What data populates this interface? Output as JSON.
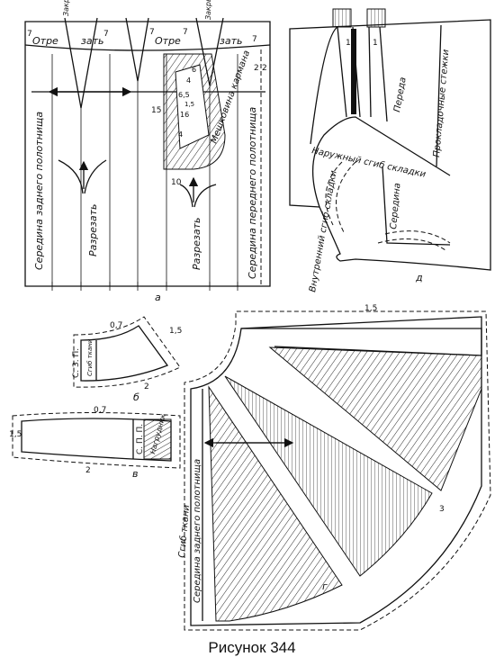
{
  "caption": "Рисунок 344",
  "panels": {
    "a": {
      "letter": "а",
      "top_labels": [
        "Отре",
        "зать",
        "Отре",
        "зать"
      ],
      "zakryt": [
        "Закрыть",
        "Закрыть"
      ],
      "nums7": [
        "7",
        "7",
        "7",
        "7",
        "7"
      ],
      "nums2": [
        "2",
        "2"
      ],
      "vertical_labels": [
        "Середина заднего полотнища",
        "Разрезать",
        "Разрезать",
        "Середина переднего полотнища",
        "Мешковина кармана"
      ],
      "pocket_nums": [
        "6",
        "4",
        "6,5",
        "16",
        "1,5",
        "4",
        "10",
        "15"
      ]
    },
    "b": {
      "letter": "б",
      "vertical": [
        "С. З. П.",
        "Сгиб ткани"
      ],
      "nums": [
        "0,7",
        "1,5",
        "2"
      ]
    },
    "v": {
      "letter": "в",
      "vertical": [
        "С. П. П.",
        "Нагрудник"
      ],
      "nums": [
        "0,7",
        "1,5",
        "2"
      ]
    },
    "g": {
      "letter": "г",
      "vertical": [
        "Сгиб ткани",
        "Середина заднего полотнища"
      ],
      "nums": [
        "1,5",
        "3"
      ]
    },
    "d": {
      "letter": "д",
      "labels": [
        "Наружный сгиб складки",
        "Внутренний сгиб складки",
        "Середина",
        "Переда",
        "Прокладочные стежки"
      ],
      "nums": [
        "1",
        "1"
      ]
    }
  }
}
